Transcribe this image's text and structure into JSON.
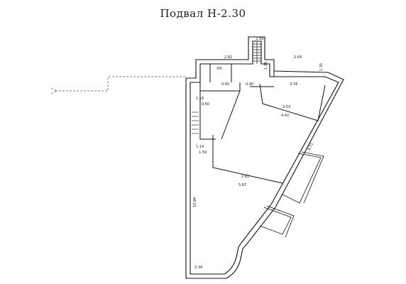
{
  "title": "Подвал  Н-2.30",
  "rooms": [
    {
      "id": "stair",
      "label": "1.89"
    },
    {
      "id": "lobby",
      "label": "XIII"
    }
  ],
  "dimensions": {
    "d_top_left": "2.82",
    "d_top_right": "2.64",
    "d_stair_small": "1.20",
    "d_corr_left": "1.18",
    "d_corr_mid": "0.60",
    "d_corr_a": "0.60",
    "d_corr_b": "0.90",
    "d_right_top": "3.78",
    "d_right_inner": "3.03",
    "d_right_inner2": "4.42",
    "d_left_room": "1.14",
    "d_left_small": "1.59",
    "d_long_right": "8.71",
    "d_middle": "2.61",
    "d_middle2": "5.67",
    "d_left_wall": "10.89",
    "d_bottom": "2.34",
    "d_edge_right": "1.35"
  }
}
